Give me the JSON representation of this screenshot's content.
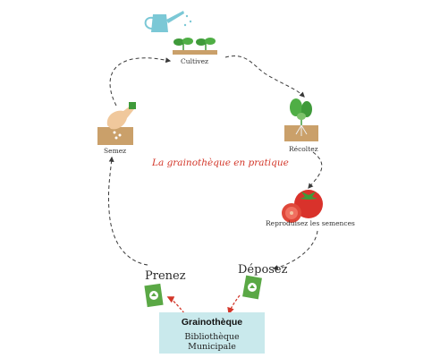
{
  "title": "La grainothèque en pratique",
  "steps": {
    "cultivez": "Cultivez",
    "recoltez": "Récoltez",
    "reproduisez": "Reproduisez les semences",
    "semez": "Semez",
    "prenez": "Prenez",
    "deposez": "Déposez"
  },
  "library": {
    "title": "Grainothèque",
    "subtitle": "Bibliothèque Municipale"
  },
  "colors": {
    "arrow": "#3a3a3a",
    "red_arrow": "#d3372a",
    "soil": "#caa06a",
    "leaf": "#3f9a3a",
    "packet": "#5aa845",
    "box": "#c9e9ec",
    "tomato": "#d9322b"
  }
}
